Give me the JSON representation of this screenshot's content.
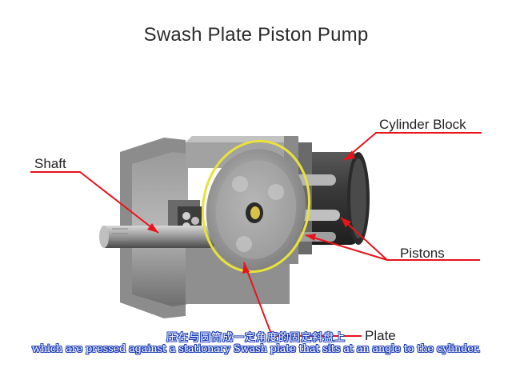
{
  "title": "Swash Plate Piston Pump",
  "labels": {
    "cylinder_block": "Cylinder Block",
    "shaft": "Shaft",
    "pistons": "Pistons",
    "swash_plate_partial": "Plate"
  },
  "subtitles": {
    "chinese": "压在与圆筒成一定角度的固定斜盘上",
    "english": "which are pressed against a stationary Swash plate that sits at an angle to the cylinder."
  },
  "colors": {
    "leader_line": "#e8141c",
    "highlight_ring": "#e8e23a",
    "subtitle_outline": "#1f3fb6"
  }
}
